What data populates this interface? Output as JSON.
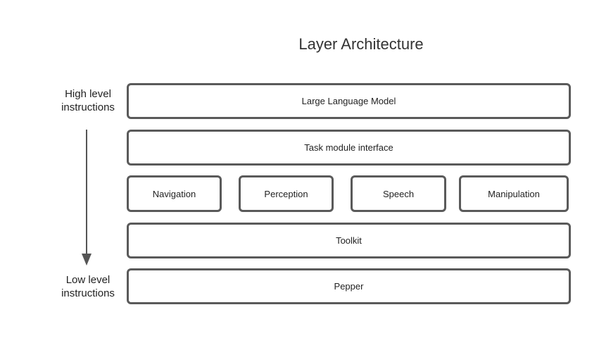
{
  "title": "Layer Architecture",
  "side_labels": {
    "high": [
      "High level",
      "instructions"
    ],
    "low": [
      "Low level",
      "instructions"
    ]
  },
  "layers": {
    "llm": "Large Language Model",
    "task_interface": "Task module interface",
    "modules": [
      "Navigation",
      "Perception",
      "Speech",
      "Manipulation"
    ],
    "toolkit": "Toolkit",
    "pepper": "Pepper"
  },
  "colors": {
    "box_border": "#5a5a5a",
    "arrow": "#555555",
    "text": "#222222"
  },
  "icons": {
    "flow_arrow": "arrow-down-icon"
  }
}
